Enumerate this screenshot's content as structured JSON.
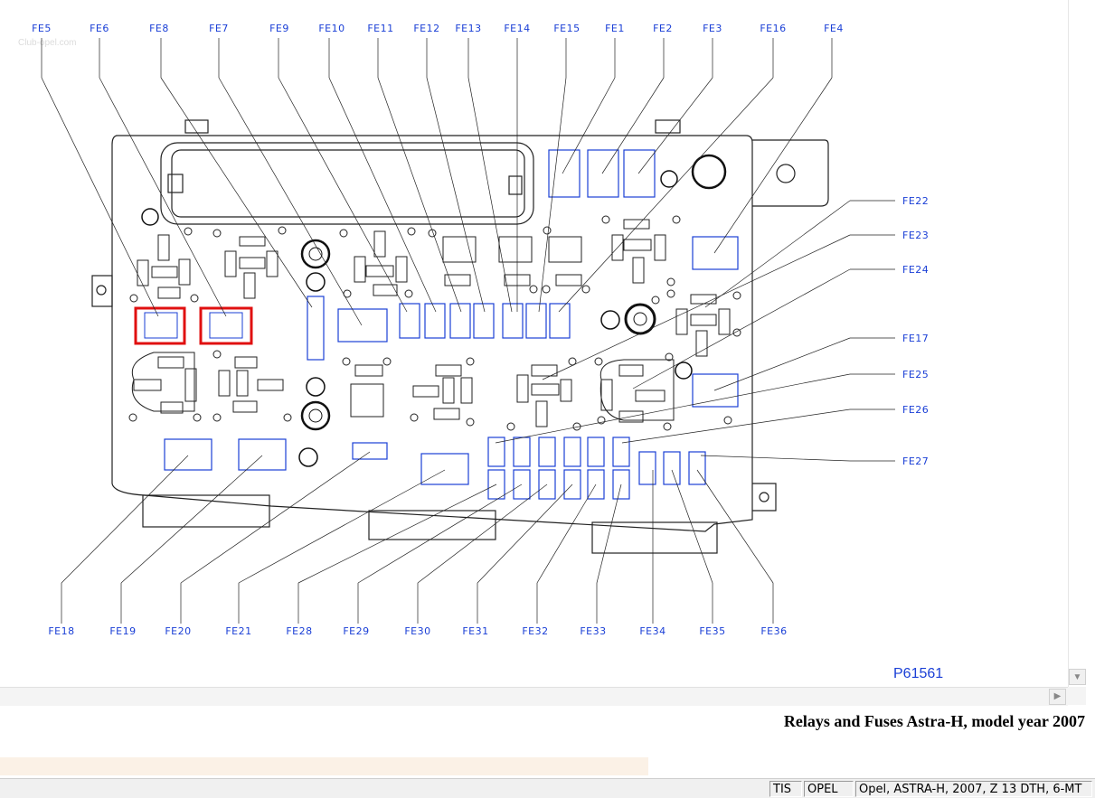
{
  "diagram": {
    "code": "P61561",
    "watermark": "Club-opel.com",
    "labels_top": [
      "FE5",
      "FE6",
      "FE8",
      "FE7",
      "FE9",
      "FE10",
      "FE11",
      "FE12",
      "FE13",
      "FE14",
      "FE15",
      "FE1",
      "FE2",
      "FE3",
      "FE16",
      "FE4"
    ],
    "labels_right": [
      "FE22",
      "FE23",
      "FE24",
      "FE17",
      "FE25",
      "FE26",
      "FE27"
    ],
    "labels_bottom": [
      "FE18",
      "FE19",
      "FE20",
      "FE21",
      "FE28",
      "FE29",
      "FE30",
      "FE31",
      "FE32",
      "FE33",
      "FE34",
      "FE35",
      "FE36"
    ],
    "highlighted": [
      "FE5",
      "FE6"
    ],
    "colors": {
      "label": "#1a3fd6",
      "fuse": "#1a3fd6",
      "highlight": "#e01010",
      "outline": "#222222"
    }
  },
  "caption": "Relays and Fuses Astra-H, model year 2007",
  "statusbar": {
    "tis": "TIS",
    "brand": "OPEL",
    "vehicle": "Opel, ASTRA-H, 2007, Z 13 DTH, 6-MT"
  },
  "scroll": {
    "down_icon": "chevron-down-icon",
    "right_icon": "chevron-right-icon"
  }
}
